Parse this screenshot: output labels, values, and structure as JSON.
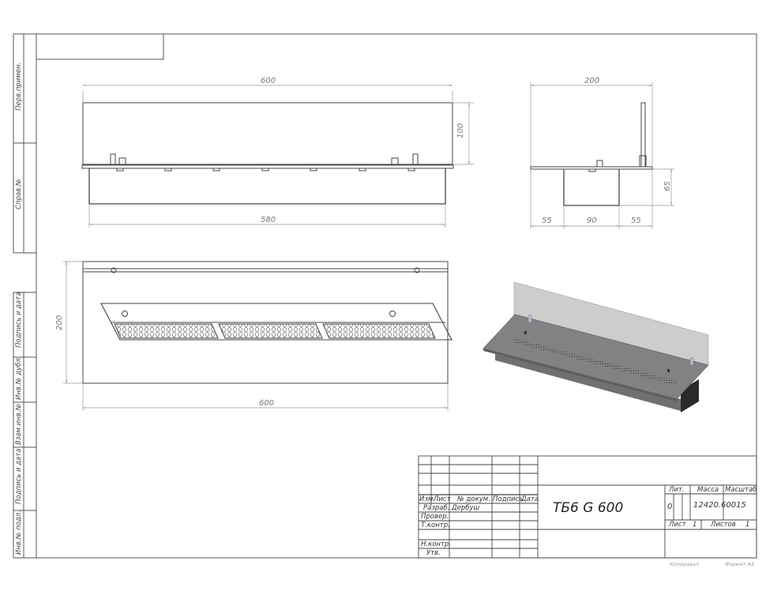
{
  "drawing": {
    "title": "ТБ6 G 600",
    "format_label": "Формат А3",
    "copied_label": "Копировал"
  },
  "left_strip": {
    "labels": [
      "Перв.примен.",
      "Справ.№",
      "Подпись и дата",
      "Инв.№ дубл.",
      "Взам.инв.№",
      "Подпись и дата",
      "Инв.№ подл."
    ]
  },
  "views": {
    "front": {
      "dim_top": "600",
      "dim_height": "100",
      "dim_bottom": "580"
    },
    "side": {
      "dim_top": "200",
      "dim_height": "65",
      "dim_left": "55",
      "dim_mid": "90",
      "dim_right": "55"
    },
    "plan": {
      "dim_height": "200",
      "dim_width": "600"
    },
    "iso": {
      "glass_color": "#c8c8c8",
      "body_color": "#7d7f80",
      "dark_color": "#2a2a2a"
    }
  },
  "title_block": {
    "header": {
      "izm": "Изм.",
      "list": "Лист",
      "doc_no": "№ докум.",
      "sign": "Подпись",
      "date": "Дата"
    },
    "rows": [
      {
        "role": "Разраб.",
        "name": "Дербуш"
      },
      {
        "role": "Провер.",
        "name": ""
      },
      {
        "role": "Т.контр.",
        "name": ""
      },
      {
        "role": "",
        "name": ""
      },
      {
        "role": "Н.контр.",
        "name": ""
      },
      {
        "role": "Утв.",
        "name": ""
      }
    ],
    "lit_label": "Лит.",
    "mass_label": "Масса",
    "scale_label": "Масштаб",
    "lit_value": "0",
    "mass_value": "12420.60015",
    "sheet_label": "Лист",
    "sheet_value": "1",
    "sheets_label": "Листов",
    "sheets_value": "1"
  }
}
